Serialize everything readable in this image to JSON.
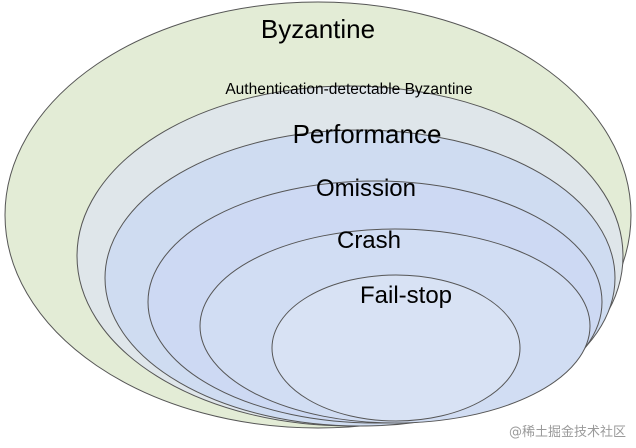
{
  "diagram": {
    "levels": [
      {
        "label": "Byzantine",
        "fill": "#e3ecd6"
      },
      {
        "label": "Authentication-detectable Byzantine",
        "fill": "#dfe6ea"
      },
      {
        "label": "Performance",
        "fill": "#cfdcf1"
      },
      {
        "label": "Omission",
        "fill": "#cdd9f3"
      },
      {
        "label": "Crash",
        "fill": "#d1ddf3"
      },
      {
        "label": "Fail-stop",
        "fill": "#d8e2f4"
      }
    ],
    "stroke": "#555555"
  },
  "watermark": {
    "text": "@稀土掘金技术社区"
  }
}
